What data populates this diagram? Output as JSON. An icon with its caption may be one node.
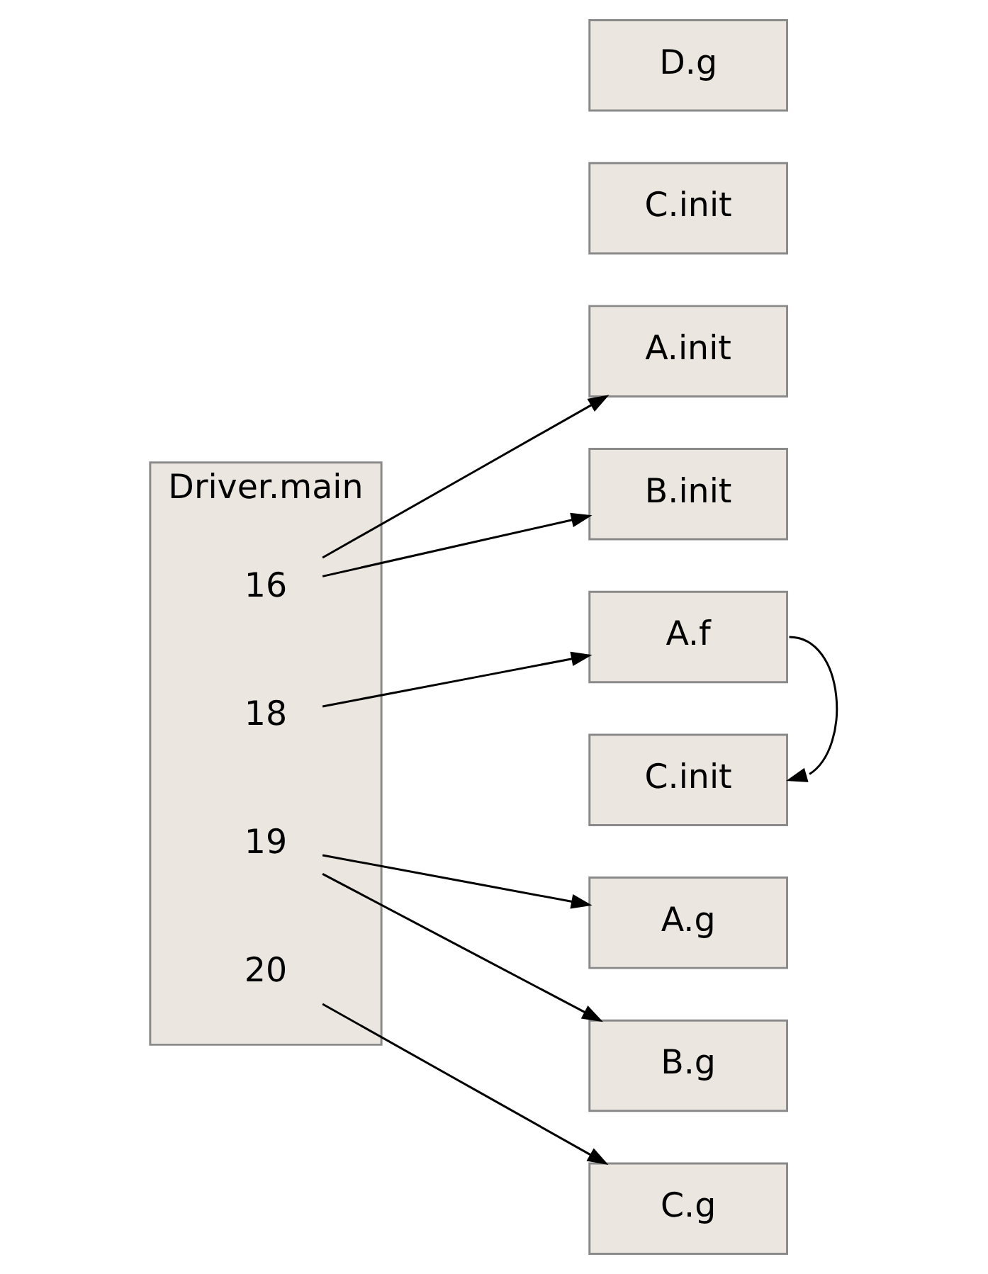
{
  "diagram": {
    "nodes": [
      {
        "text": [
          "Driver.main"
        ]
      },
      {
        "text": [
          "16"
        ],
        "in": 0
      },
      {
        "text": [
          "18"
        ],
        "in": 0
      },
      {
        "text": [
          "19"
        ],
        "in": 0
      },
      {
        "text": [
          "20"
        ],
        "in": 0
      },
      {
        "text": [
          "A.init"
        ]
      },
      {
        "text": [
          "A.f"
        ]
      },
      {
        "text": [
          "A.g"
        ]
      },
      {
        "text": [
          "B.init"
        ]
      },
      {
        "text": [
          "B.g"
        ]
      },
      {
        "text": [
          "C.init"
        ]
      },
      {
        "text": [
          "C.g"
        ]
      },
      {
        "text": [
          "C.init"
        ]
      },
      {
        "text": [
          "D.g"
        ]
      }
    ],
    "edges": [
      {
        "from": 1,
        "to": 5,
        "arrow": "to"
      },
      {
        "from": 1,
        "to": 8,
        "arrow": "to"
      },
      {
        "from": 2,
        "to": 6,
        "arrow": "to"
      },
      {
        "from": 3,
        "to": 7,
        "arrow": "to"
      },
      {
        "from": 3,
        "to": 9,
        "arrow": "to"
      },
      {
        "from": 4,
        "to": 11,
        "arrow": "to"
      },
      {
        "from": 6,
        "to": 10,
        "arrow": "to"
      }
    ]
  }
}
